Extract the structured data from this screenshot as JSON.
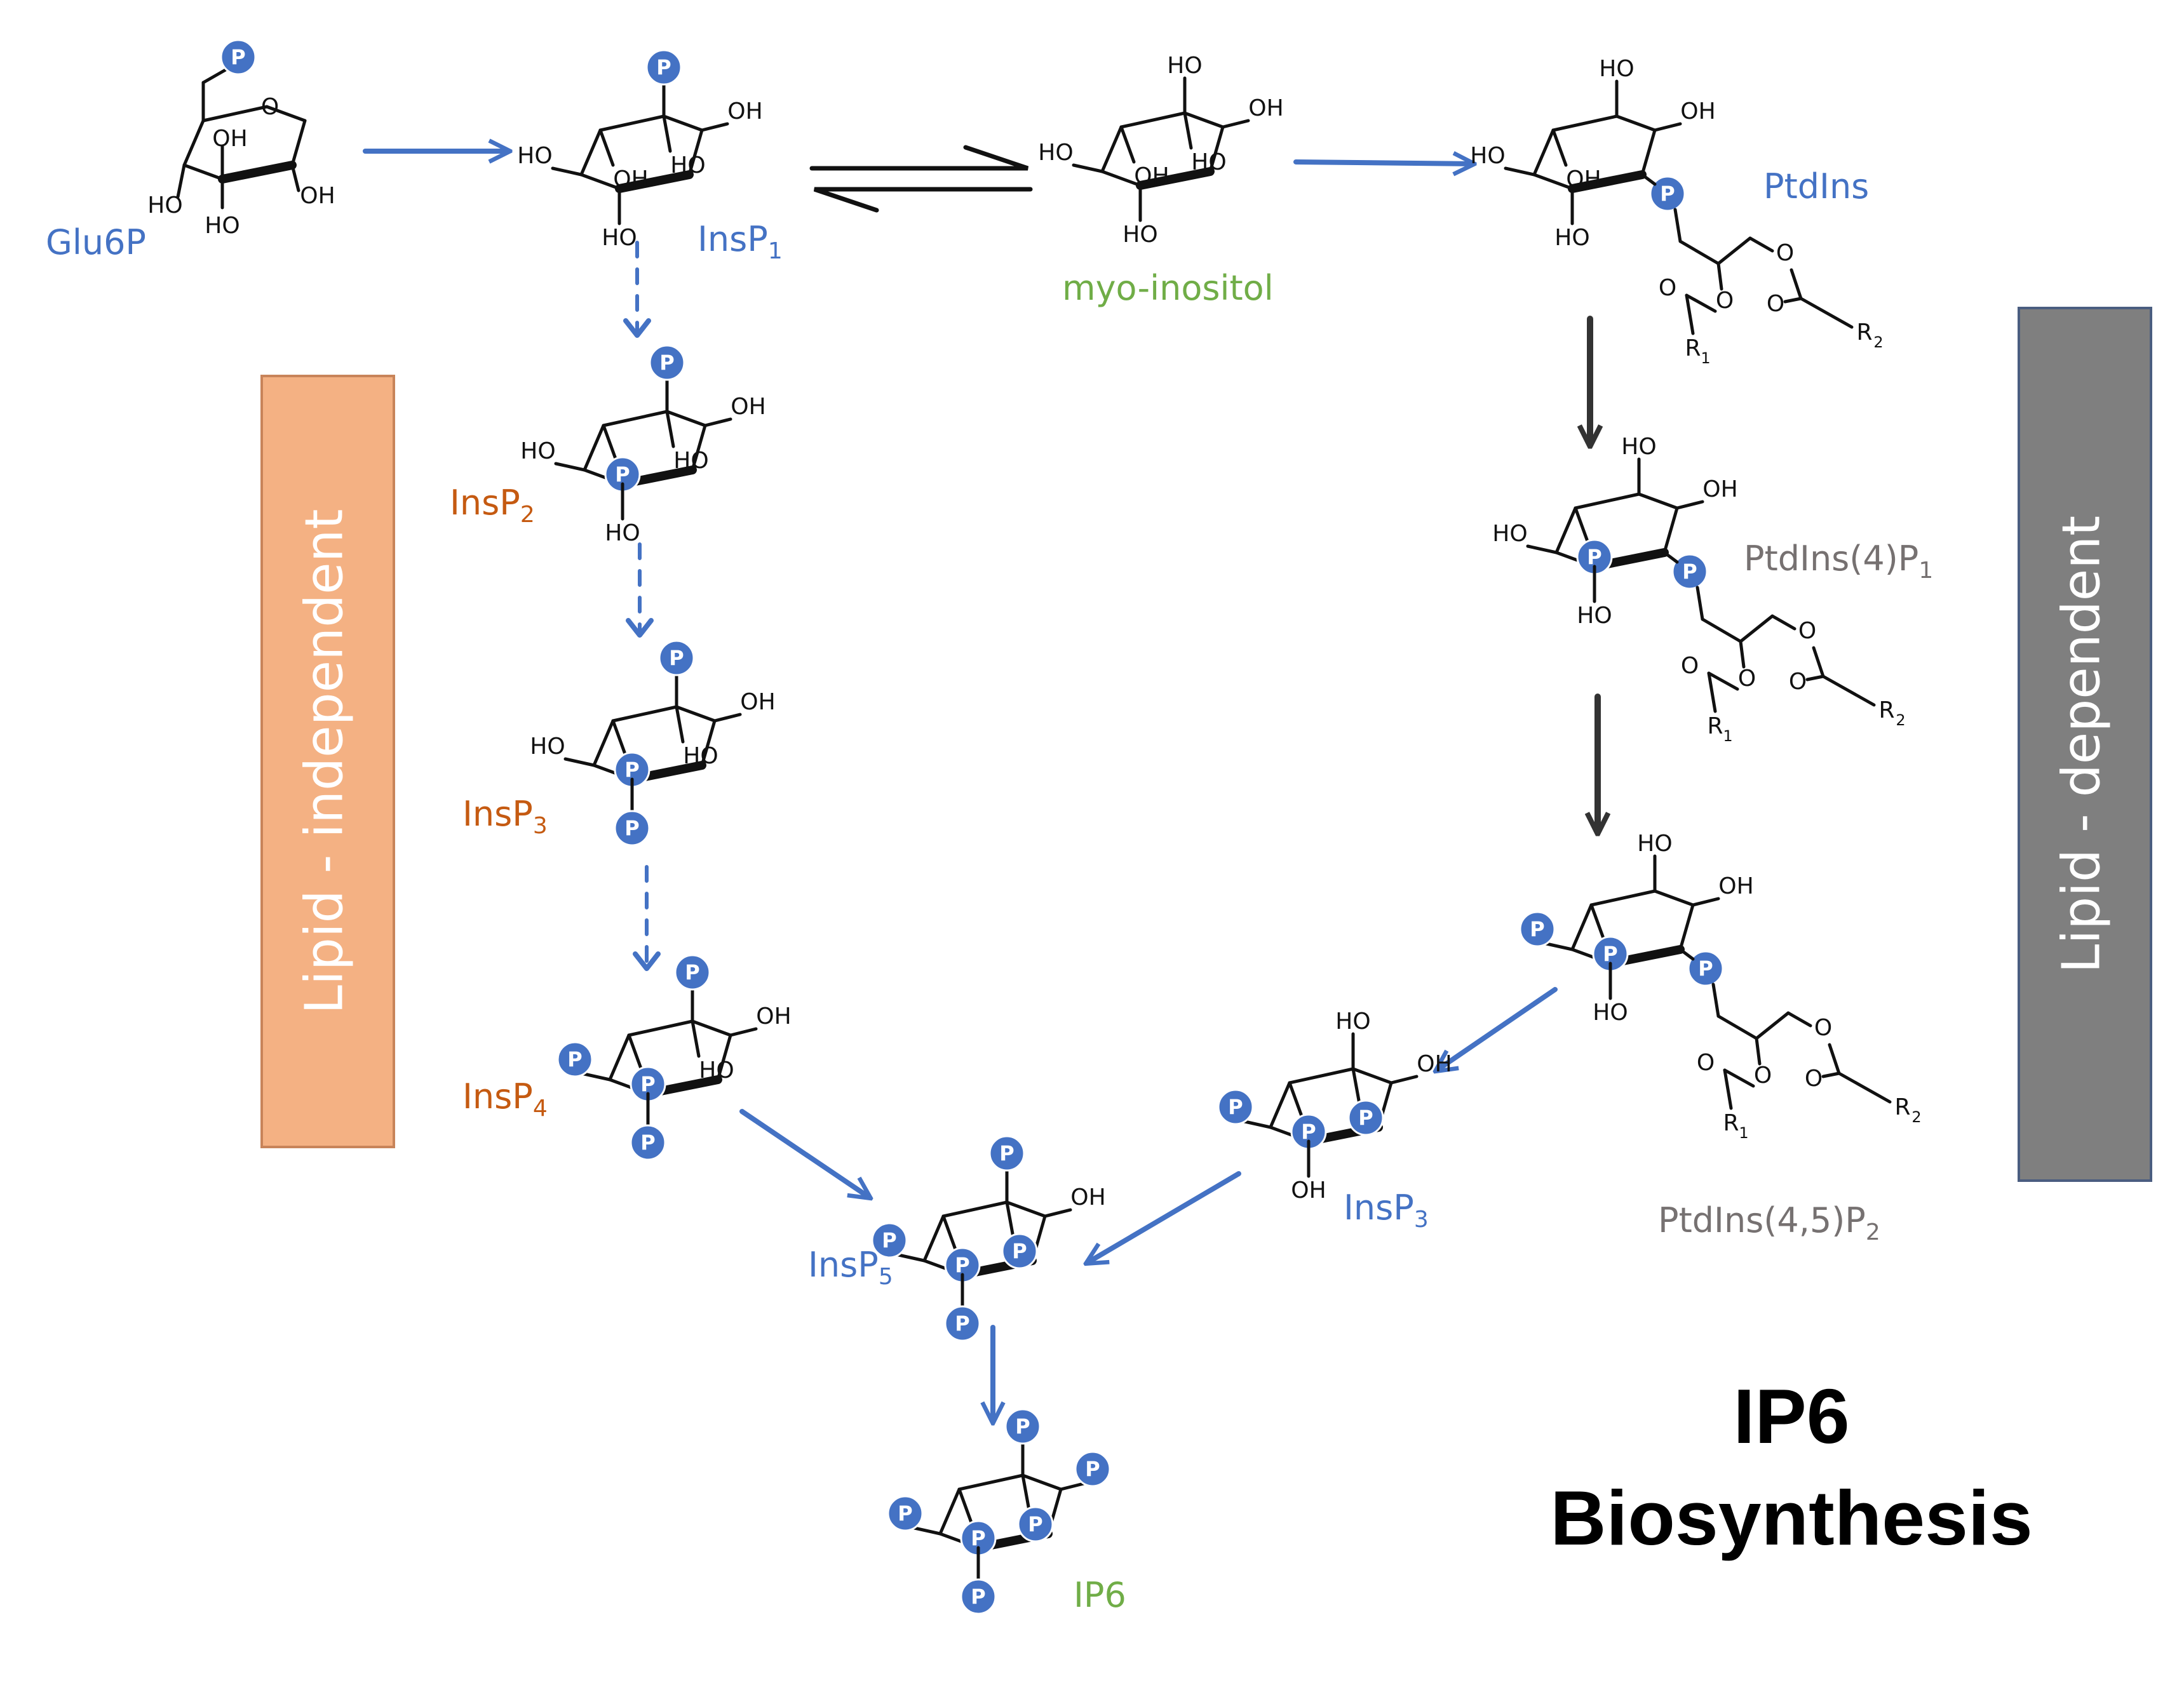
{
  "colors": {
    "blue": "#4472c4",
    "orange": "#c55a11",
    "green": "#70ad47",
    "gray": "#767171",
    "orange_panel": "#f4b183",
    "gray_panel": "#7f7f7f"
  },
  "atom_labels": {
    "hydroxyl_left": "HO",
    "hydroxyl_right": "OH",
    "oxygen": "O",
    "phosphate": "P",
    "r_group": "R"
  },
  "compounds": {
    "glu6p": {
      "name": "Glu6P"
    },
    "insp1": {
      "name": "InsP",
      "sub": "1"
    },
    "myo": {
      "name": "myo-inositol"
    },
    "ptdins": {
      "name": "PtdIns"
    },
    "insp2": {
      "name": "InsP",
      "sub": "2"
    },
    "ptdins4p": {
      "name": "PtdIns(4)P",
      "sub": "1"
    },
    "insp3_left": {
      "name": "InsP",
      "sub": "3"
    },
    "ptdins45p2": {
      "name": "PtdIns(4,5)P",
      "sub": "2"
    },
    "insp4": {
      "name": "InsP",
      "sub": "4"
    },
    "insp3_right": {
      "name": "InsP",
      "sub": "3"
    },
    "insp5": {
      "name": "InsP",
      "sub": "5"
    },
    "ip6": {
      "name": "IP6"
    }
  },
  "panels": {
    "left": "Lipid - independent",
    "right": "Lipid - dependent"
  },
  "title": {
    "line1": "IP6",
    "line2": "Biosynthesis"
  }
}
